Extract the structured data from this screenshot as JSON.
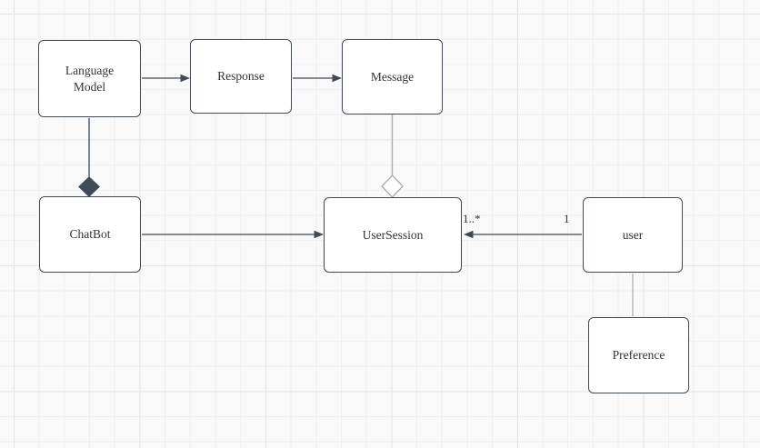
{
  "diagram": {
    "type": "uml-class-diagram",
    "nodes": [
      {
        "id": "language-model",
        "label": "Language Model"
      },
      {
        "id": "response",
        "label": "Response"
      },
      {
        "id": "message",
        "label": "Message"
      },
      {
        "id": "chatbot",
        "label": "ChatBot"
      },
      {
        "id": "usersession",
        "label": "UserSession"
      },
      {
        "id": "user",
        "label": "user"
      },
      {
        "id": "preference",
        "label": "Preference"
      }
    ],
    "edges": [
      {
        "from": "language-model",
        "to": "response",
        "type": "directed-arrow"
      },
      {
        "from": "response",
        "to": "message",
        "type": "directed-arrow"
      },
      {
        "from": "language-model",
        "to": "chatbot",
        "type": "composition",
        "diamond_at": "chatbot"
      },
      {
        "from": "message",
        "to": "usersession",
        "type": "aggregation",
        "diamond_at": "usersession"
      },
      {
        "from": "chatbot",
        "to": "usersession",
        "type": "directed-arrow"
      },
      {
        "from": "user",
        "to": "usersession",
        "type": "directed-arrow",
        "multiplicity_source": "1",
        "multiplicity_target": "1..*"
      },
      {
        "from": "user",
        "to": "preference",
        "type": "association"
      }
    ],
    "edge_labels": {
      "usersession_multiplicity": "1..*",
      "user_multiplicity": "1"
    },
    "colors": {
      "node_fill": "#ffffff",
      "node_border": "#3f4a5a",
      "connector_dark": "#3f4a5a",
      "connector_light": "#a9adb3",
      "text": "#333333",
      "canvas_background": "#f9f9f9",
      "grid_minor": "#efefef",
      "grid_major": "#e3e3e3"
    }
  }
}
